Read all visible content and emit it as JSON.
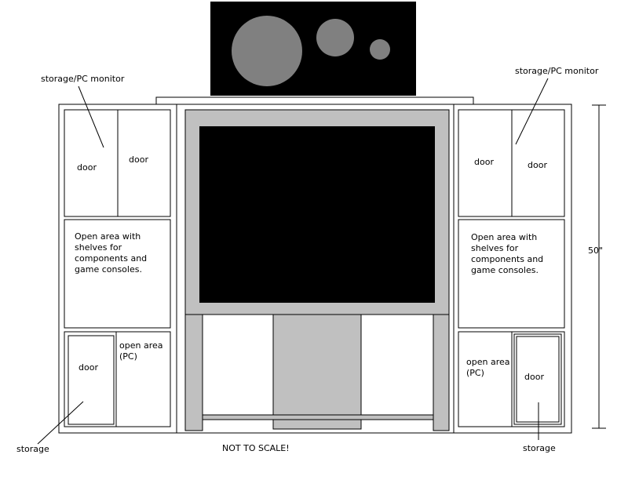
{
  "labels": {
    "storage_pc_monitor_left": "storage/PC monitor",
    "storage_pc_monitor_right": "storage/PC monitor",
    "door_left_top_a": "door",
    "door_left_top_b": "door",
    "door_right_top_a": "door",
    "door_right_top_b": "door",
    "open_area_shelves_left": "Open area with shelves for components and game consoles.",
    "open_area_shelves_right": "Open area with shelves for components and game consoles.",
    "door_left_bottom": "door",
    "door_right_bottom": "door",
    "open_area_pc_left": "open area (PC)",
    "open_area_pc_right": "open area (PC)",
    "storage_left": "storage",
    "storage_right": "storage",
    "height_dimension": "50\"",
    "scale_note": "NOT TO SCALE!"
  },
  "colors": {
    "tv_frame": "#c0c0c0",
    "screen": "#000000",
    "speaker": "#808080",
    "line": "#000000"
  }
}
